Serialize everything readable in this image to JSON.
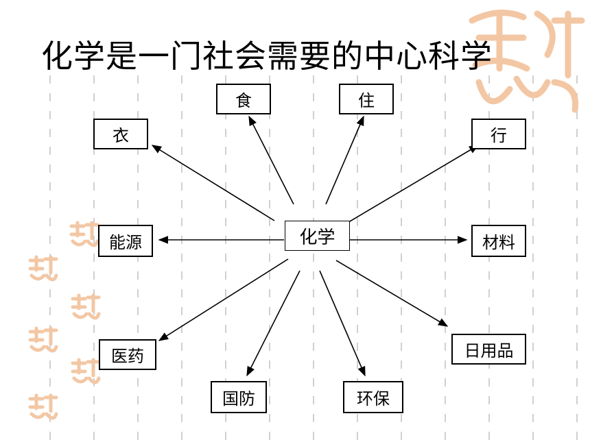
{
  "slide": {
    "title": "化学是一门社会需要的中心科学"
  },
  "diagram": {
    "center": {
      "label": "化学"
    },
    "nodes": [
      {
        "id": "food",
        "label": "食"
      },
      {
        "id": "housing",
        "label": "住"
      },
      {
        "id": "clothing",
        "label": "衣"
      },
      {
        "id": "transport",
        "label": "行"
      },
      {
        "id": "energy",
        "label": "能源"
      },
      {
        "id": "materials",
        "label": "材料"
      },
      {
        "id": "medicine",
        "label": "医药"
      },
      {
        "id": "daily-goods",
        "label": "日用品"
      },
      {
        "id": "defense",
        "label": "国防"
      },
      {
        "id": "environment",
        "label": "环保"
      }
    ]
  },
  "colors": {
    "watermark": "#f3c7a4",
    "dash": "#d0d0d0"
  }
}
